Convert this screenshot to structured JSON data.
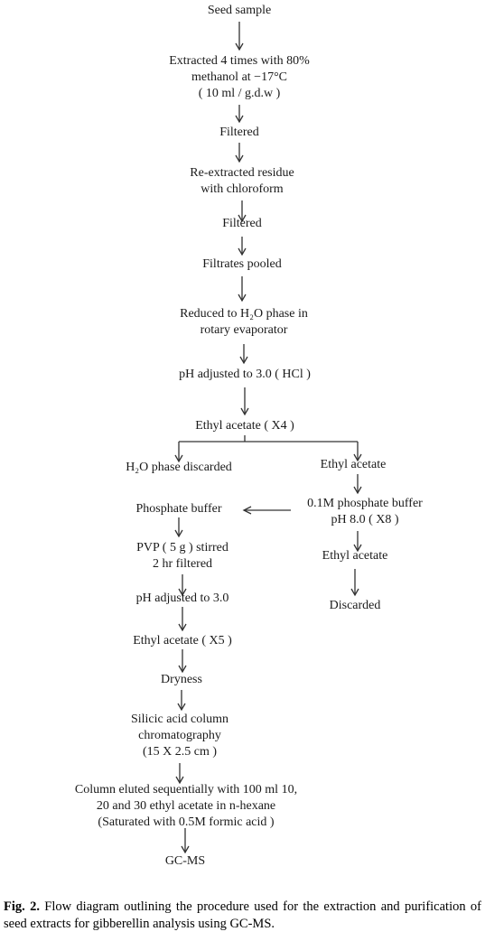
{
  "nodes": {
    "seed_sample": [
      "Seed sample"
    ],
    "extracted": [
      "Extracted 4 times with 80%",
      "methanol at −17°C",
      "( 10 ml / g.d.w )"
    ],
    "filtered_1": [
      "Filtered"
    ],
    "re_extracted": [
      "Re-extracted residue",
      "with chloroform"
    ],
    "filtered_2": [
      "Filtered"
    ],
    "filtrates_pooled": [
      "Filtrates pooled"
    ],
    "reduced": [
      "Reduced to H₂O phase in",
      "rotary evaporator"
    ],
    "ph_hcl": [
      "pH adjusted to 3.0 ( HCl )"
    ],
    "ethyl_acetate_x4": [
      "Ethyl acetate ( X4 )"
    ],
    "h2o_discarded": [
      "H₂O phase discarded"
    ],
    "ethyl_acetate_right": [
      "Ethyl acetate"
    ],
    "phosphate_buffer_left": [
      "Phosphate buffer"
    ],
    "phosphate_buffer_right": [
      "0.1M  phosphate buffer",
      "pH 8.0 ( X8 )"
    ],
    "pvp": [
      "PVP ( 5 g ) stirred",
      "2 hr  filtered"
    ],
    "ethyl_acetate_right_2": [
      "Ethyl acetate"
    ],
    "ph_30": [
      "pH adjusted to 3.0"
    ],
    "discarded": [
      "Discarded"
    ],
    "ethyl_acetate_x5": [
      "Ethyl acetate ( X5 )"
    ],
    "dryness": [
      "Dryness"
    ],
    "silicic": [
      "Silicic acid column",
      "chromatography",
      "(15 X 2.5 cm )"
    ],
    "column_eluted": [
      "Column eluted sequentially with 100 ml 10,",
      "20 and 30 ethyl acetate in n-hexane",
      "(Saturated with 0.5M formic acid )"
    ],
    "gcms": [
      "GC-MS"
    ]
  },
  "caption": {
    "label": "Fig. 2.",
    "text": " Flow diagram outlining the procedure used for the extraction and purification of seed extracts for gibberellin analysis using GC-MS."
  }
}
